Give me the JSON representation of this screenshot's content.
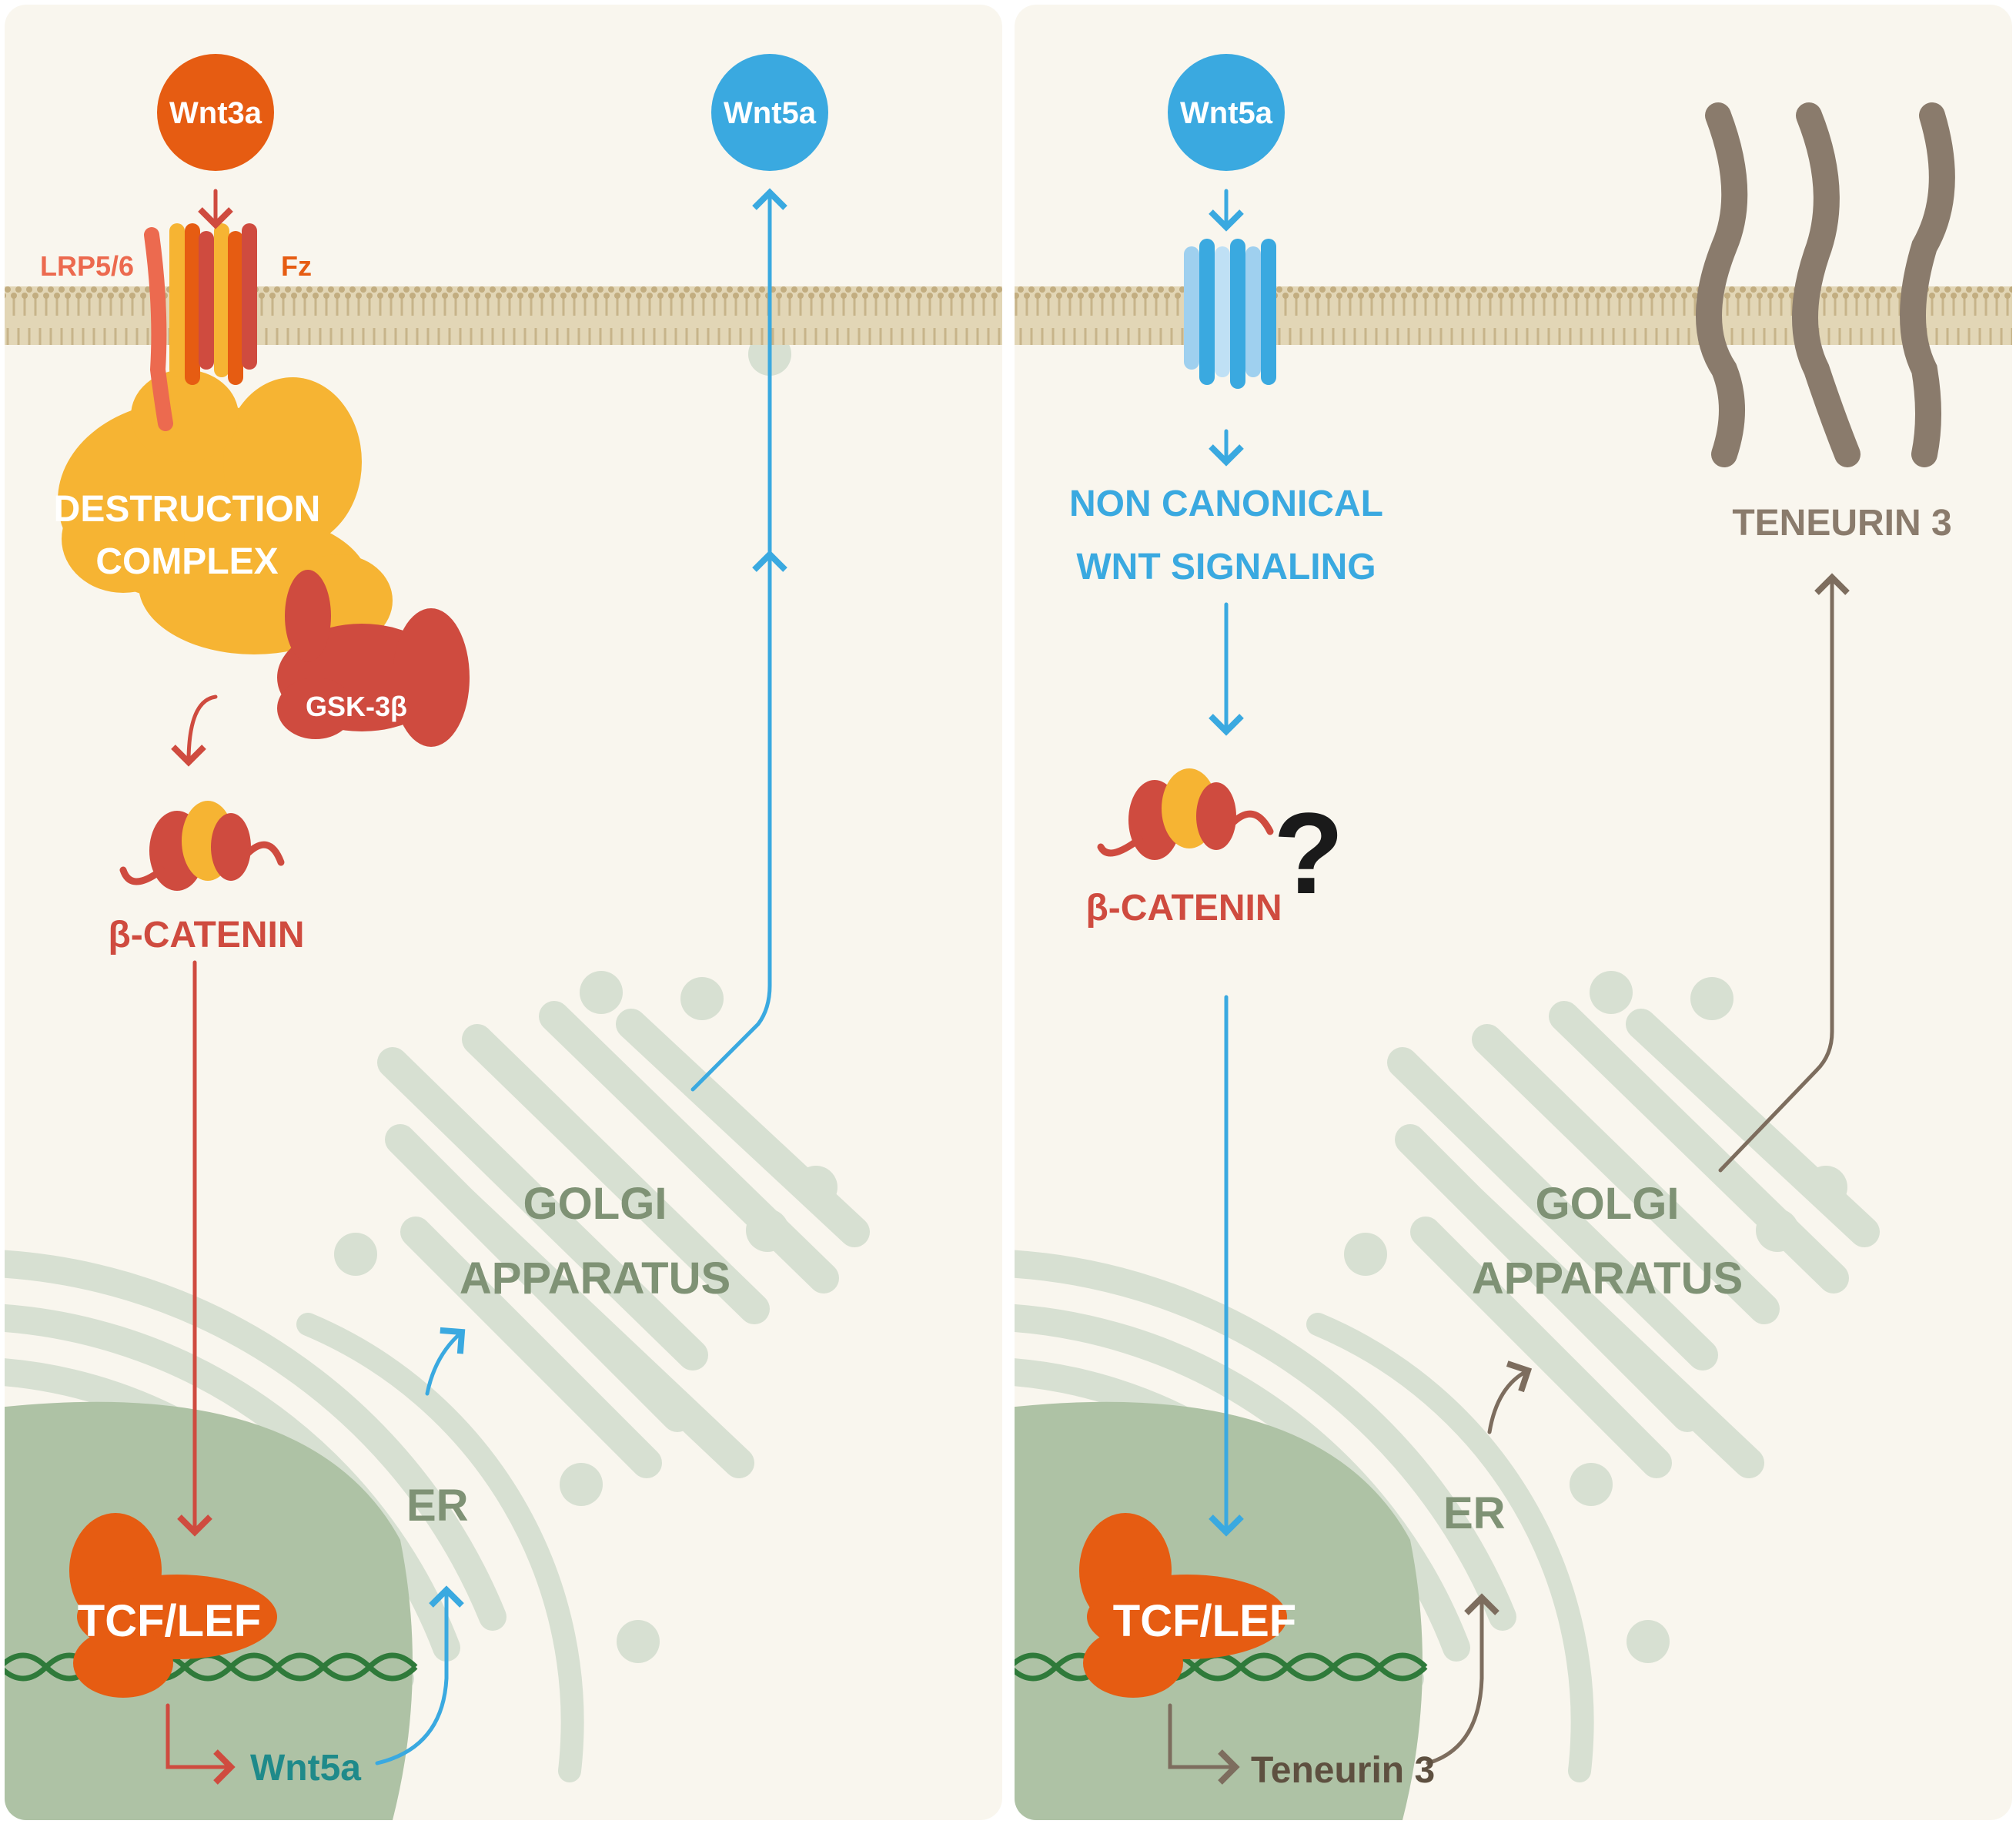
{
  "colors": {
    "background": "#f9f6ee",
    "membrane": "#d3c29b",
    "organelle": "#d7e0d2",
    "nucleus": "#aec2a5",
    "canonical_red": "#cf4b3f",
    "wnt3a_orange": "#e65c12",
    "destruction_yellow": "#f6b433",
    "wnt5a_blue": "#3aa9e0",
    "teneurin_brown": "#8a7b6c",
    "golgi_text": "#7f9275",
    "dna_green": "#2f7a3a",
    "wnt5a_teal": "#1f8a8a"
  },
  "left_panel": {
    "wnt3a_label": "Wnt3a",
    "wnt5a_label": "Wnt5a",
    "lrp_label": "LRP5/6",
    "fz_label": "Fz",
    "destruction_line1": "DESTRUCTION",
    "destruction_line2": "COMPLEX",
    "gsk_label": "GSK-3β",
    "bcatenin_label": "β-CATENIN",
    "golgi_line1": "GOLGI",
    "golgi_line2": "APPARATUS",
    "er_label": "ER",
    "tcf_label": "TCF/LEF",
    "gene_label": "Wnt5a"
  },
  "right_panel": {
    "wnt5a_label": "Wnt5a",
    "noncanonical_line1": "NON CANONICAL",
    "noncanonical_line2": "WNT SIGNALING",
    "bcatenin_label": "β-CATENIN",
    "question_mark": "?",
    "teneurin_label": "TENEURIN 3",
    "golgi_line1": "GOLGI",
    "golgi_line2": "APPARATUS",
    "er_label": "ER",
    "tcf_label": "TCF/LEF",
    "gene_label": "Teneurin 3"
  }
}
